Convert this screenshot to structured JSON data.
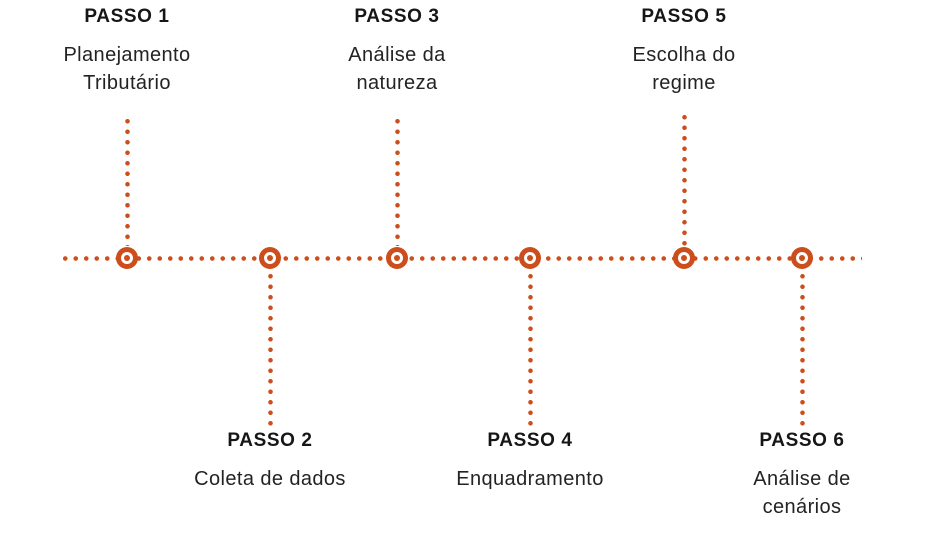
{
  "colors": {
    "accent": "#cc4e1c",
    "title": "#161616",
    "text": "#232323"
  },
  "timeline": {
    "orientation": "horizontal",
    "steps": [
      {
        "title": "PASSO 1",
        "subtitle": "Planejamento Tributário",
        "position": "top"
      },
      {
        "title": "PASSO 2",
        "subtitle": "Coleta de dados",
        "position": "bottom"
      },
      {
        "title": "PASSO 3",
        "subtitle": "Análise da natureza",
        "position": "top"
      },
      {
        "title": "PASSO 4",
        "subtitle": "Enquadramento",
        "position": "bottom"
      },
      {
        "title": "PASSO 5",
        "subtitle": "Escolha do regime",
        "position": "top"
      },
      {
        "title": "PASSO 6",
        "subtitle": "Análise de cenários",
        "position": "bottom"
      }
    ]
  }
}
